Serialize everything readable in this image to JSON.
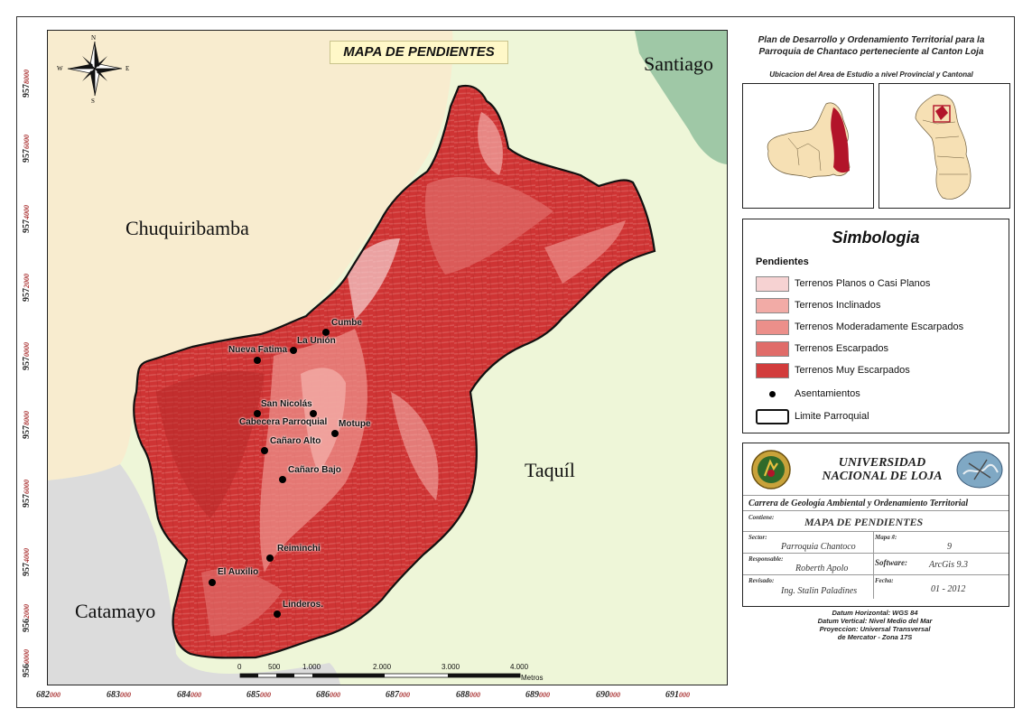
{
  "map_title": "MAPA DE PENDIENTES",
  "regions": {
    "chuquiribamba": "Chuquiribamba",
    "santiago": "Santiago",
    "taquil": "Taquíl",
    "catamayo": "Catamayo"
  },
  "compass": {
    "n": "N",
    "s": "S",
    "e": "E",
    "w": "W"
  },
  "towns": [
    {
      "label": "Cumbe"
    },
    {
      "label": "La Unión"
    },
    {
      "label": "Nueva Fatima"
    },
    {
      "label": "San Nicolás"
    },
    {
      "label": "Cabecera Parroquial"
    },
    {
      "label": "Motupe"
    },
    {
      "label": "Cañaro Alto"
    },
    {
      "label": "Cañaro Bajo"
    },
    {
      "label": "Reiminchi"
    },
    {
      "label": "El Auxilio"
    },
    {
      "label": "Linderos."
    }
  ],
  "y_ticks": [
    {
      "main": "957",
      "sup": "8000"
    },
    {
      "main": "957",
      "sup": "6000"
    },
    {
      "main": "957",
      "sup": "4000"
    },
    {
      "main": "957",
      "sup": "2000"
    },
    {
      "main": "957",
      "sup": "0000"
    },
    {
      "main": "957",
      "sup": "8000"
    },
    {
      "main": "957",
      "sup": "6000"
    },
    {
      "main": "957",
      "sup": "4000"
    },
    {
      "main": "956",
      "sup": "2000"
    },
    {
      "main": "956",
      "sup": "0000"
    }
  ],
  "x_ticks": [
    {
      "main": "682",
      "sup": "000"
    },
    {
      "main": "683",
      "sup": "000"
    },
    {
      "main": "684",
      "sup": "000"
    },
    {
      "main": "685",
      "sup": "000"
    },
    {
      "main": "686",
      "sup": "000"
    },
    {
      "main": "687",
      "sup": "000"
    },
    {
      "main": "688",
      "sup": "000"
    },
    {
      "main": "689",
      "sup": "000"
    },
    {
      "main": "690",
      "sup": "000"
    },
    {
      "main": "691",
      "sup": "000"
    }
  ],
  "scale_bar": {
    "labels": [
      "0",
      "500",
      "1.000",
      "2.000",
      "3.000",
      "4.000"
    ],
    "unit": "Metros"
  },
  "panel": {
    "title": "Plan de Desarrollo y Ordenamiento Territorial para la Parroquia de Chantaco perteneciente al Canton Loja",
    "inset_caption": "Ubicacion del Area de Estudio a nivel Provincial y Cantonal"
  },
  "legend": {
    "title": "Simbologia",
    "subtitle": "Pendientes",
    "items": [
      {
        "label": "Terrenos Planos o Casi Planos",
        "color": "#f6d2d2"
      },
      {
        "label": "Terrenos Inclinados",
        "color": "#f2aba6"
      },
      {
        "label": "Terrenos Moderadamente Escarpados",
        "color": "#ec8f8a"
      },
      {
        "label": "Terrenos Escarpados",
        "color": "#e06c69"
      },
      {
        "label": "Terrenos Muy Escarpados",
        "color": "#d23c3c"
      }
    ],
    "settlements": "Asentamientos",
    "boundary": "Limite Parroquial"
  },
  "institution": {
    "name": "UNIVERSIDAD NACIONAL DE LOJA",
    "career": "Carrera de Geología Ambiental y Ordenamiento Territorial",
    "contiene_lbl": "Contiene:",
    "contiene_val": "MAPA DE PENDIENTES",
    "sector_lbl": "Sector:",
    "sector_val": "Parroquia Chantoco",
    "mapa_lbl": "Mapa #:",
    "mapa_val": "9",
    "responsable_lbl": "Responsable:",
    "responsable_val": "Roberth Apolo",
    "software_lbl": "Software:",
    "software_val": "ArcGis 9.3",
    "revisado_lbl": "Revisado:",
    "revisado_val": "Ing. Stalin Paladines",
    "fecha_lbl": "Fecha:",
    "fecha_val": "01 - 2012"
  },
  "datum": {
    "horizontal": "Datum Horizontal: WGS 84",
    "vertical": "Datum Vertical: Nivel Medio del Mar",
    "projection1": "Proyeccion: Universal Transversal",
    "projection2": "de Mercator - Zona 17S"
  },
  "colors": {
    "chuquiribamba_fill": "#f8eccf",
    "santiago_fill": "#9fc8a6",
    "taquil_fill": "#eef6d8",
    "catamayo_fill": "#dcdcdc",
    "parish_base": "#d13838",
    "border": "#111111"
  }
}
